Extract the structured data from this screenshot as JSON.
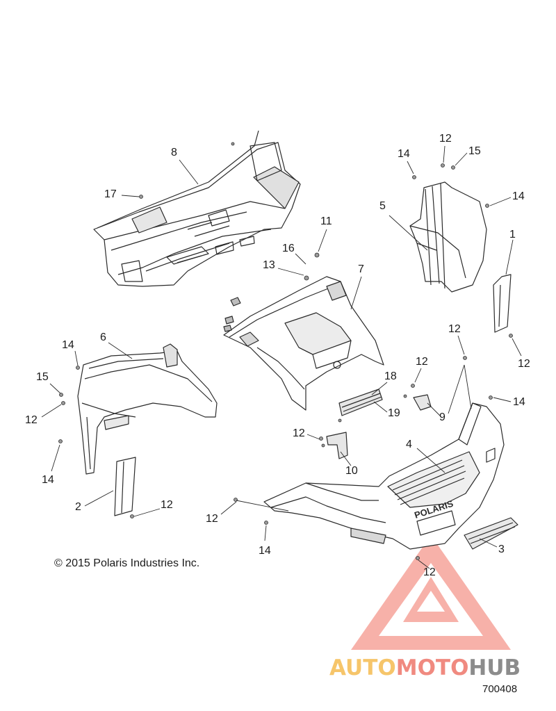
{
  "diagram": {
    "copyright": "© 2015 Polaris Industries Inc.",
    "diagram_id": "700408",
    "callouts": [
      "1",
      "2",
      "3",
      "4",
      "5",
      "6",
      "7",
      "8",
      "9",
      "10",
      "11",
      "12",
      "13",
      "14",
      "15",
      "16",
      "17",
      "18",
      "19"
    ],
    "grille_lettering": "POLARIS"
  },
  "watermark": {
    "part1": "AUTO",
    "part2": "MOTO",
    "part3": "HUB",
    "colors": {
      "yellow": "#f6c56a",
      "salmon": "#f08a80",
      "grey": "#8c8c8c"
    }
  },
  "colors": {
    "line": "#2a2a2a",
    "shade": "#d9d9d9"
  }
}
